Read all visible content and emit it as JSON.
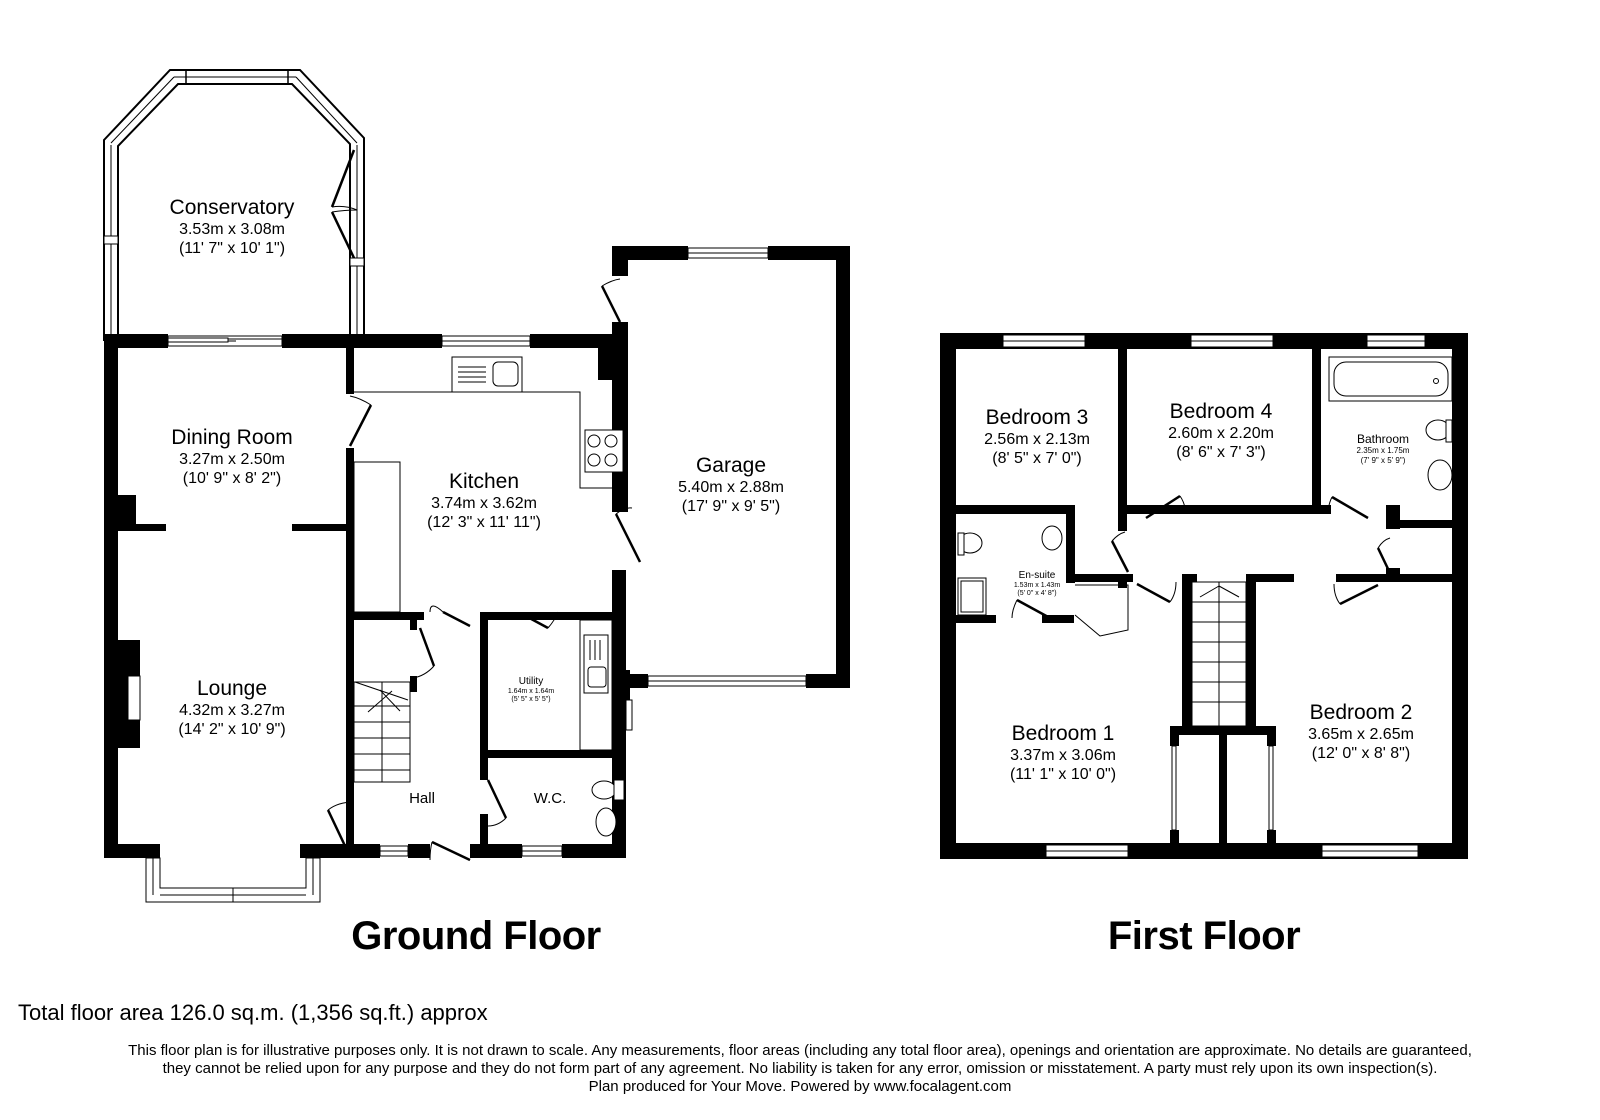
{
  "floors": [
    {
      "title": "Ground Floor",
      "rooms": [
        {
          "name": "Conservatory",
          "metric": "3.53m x 3.08m",
          "imperial": "(11' 7\" x 10' 1\")"
        },
        {
          "name": "Dining Room",
          "metric": "3.27m x 2.50m",
          "imperial": "(10' 9\" x 8' 2\")"
        },
        {
          "name": "Kitchen",
          "metric": "3.74m x 3.62m",
          "imperial": "(12' 3\" x 11' 11\")"
        },
        {
          "name": "Garage",
          "metric": "5.40m x 2.88m",
          "imperial": "(17' 9\" x 9' 5\")"
        },
        {
          "name": "Lounge",
          "metric": "4.32m x 3.27m",
          "imperial": "(14' 2\" x 10' 9\")"
        },
        {
          "name": "Utility",
          "metric": "1.64m x 1.64m",
          "imperial": "(5' 5\" x 5' 5\")"
        },
        {
          "name": "Hall"
        },
        {
          "name": "W.C."
        }
      ]
    },
    {
      "title": "First Floor",
      "rooms": [
        {
          "name": "Bedroom 3",
          "metric": "2.56m x 2.13m",
          "imperial": "(8' 5\" x 7' 0\")"
        },
        {
          "name": "Bedroom 4",
          "metric": "2.60m x 2.20m",
          "imperial": "(8' 6\" x 7' 3\")"
        },
        {
          "name": "Bathroom",
          "metric": "2.35m x 1.75m",
          "imperial": "(7' 9\" x 5' 9\")"
        },
        {
          "name": "En-suite",
          "metric": "1.53m x 1.43m",
          "imperial": "(5' 0\" x 4' 8\")"
        },
        {
          "name": "Bedroom 1",
          "metric": "3.37m x 3.06m",
          "imperial": "(11' 1\" x 10' 0\")"
        },
        {
          "name": "Bedroom 2",
          "metric": "3.65m x 2.65m",
          "imperial": "(12' 0\" x 8' 8\")"
        }
      ]
    }
  ],
  "total_area": "Total floor area 126.0 sq.m. (1,356 sq.ft.) approx",
  "disclaimer": [
    "This floor plan is for illustrative purposes only. It is not drawn to scale. Any measurements, floor areas (including any total floor area), openings and orientation are approximate. No details are guaranteed,",
    "they cannot be relied upon for any purpose and they do not form part of any agreement. No liability is taken for any error, omission or misstatement. A party must rely upon its own inspection(s).",
    "Plan produced for Your Move. Powered by www.focalagent.com"
  ],
  "colors": {
    "wall": "#000000",
    "background": "#ffffff",
    "fixture_stroke": "#333333"
  }
}
